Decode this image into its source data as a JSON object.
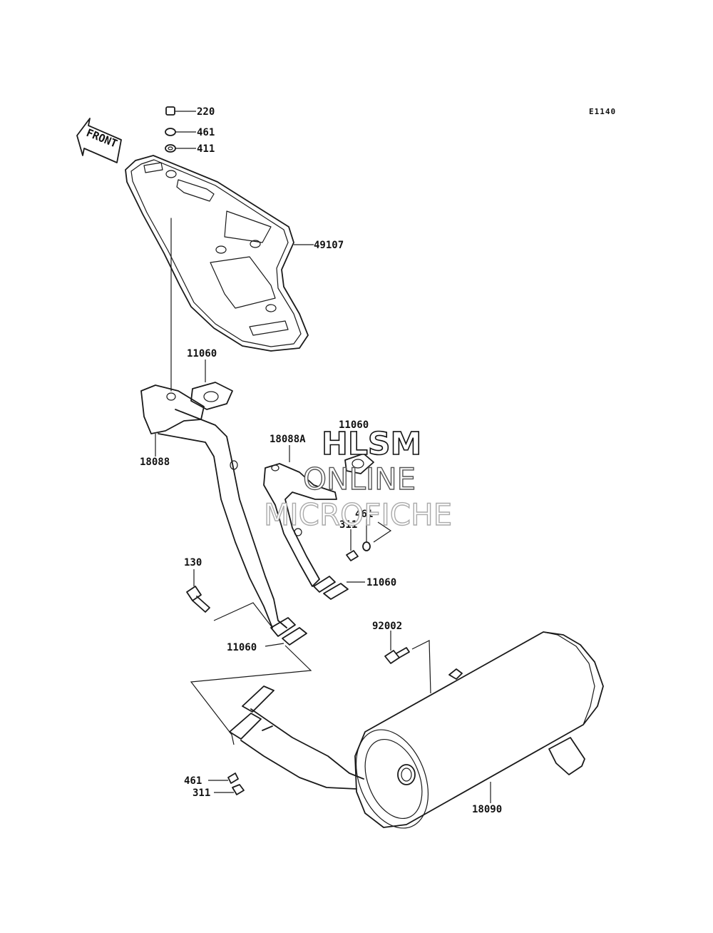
{
  "diagram_code": "E1140",
  "front_arrow_label": "FRONT",
  "watermark": {
    "line1": "HLSM",
    "line2": "ONLINE",
    "line3": "MICROFICHE"
  },
  "parts": {
    "p220": "220",
    "p461_top": "461",
    "p411": "411",
    "p49107": "49107",
    "p11060_a": "11060",
    "p18088": "18088",
    "p11060_b": "11060",
    "p18088A": "18088A",
    "p461_mid": "461",
    "p311_mid": "311",
    "p11060_c": "11060",
    "p130": "130",
    "p11060_d": "11060",
    "p92002": "92002",
    "p461_low": "461",
    "p311_low": "311",
    "p18090": "18090"
  }
}
